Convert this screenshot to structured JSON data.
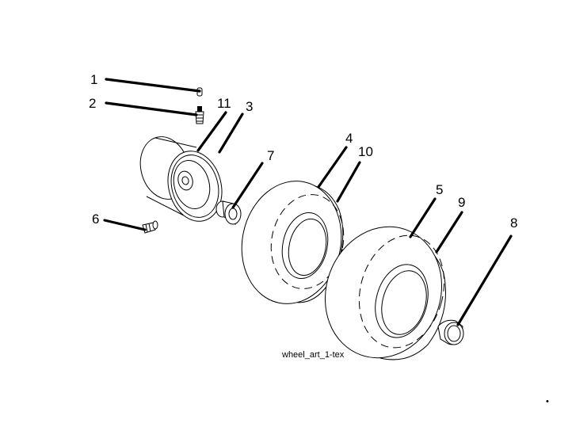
{
  "diagram": {
    "caption": "wheel_art_1-tex",
    "callouts": {
      "c1": "1",
      "c2": "2",
      "c3": "3",
      "c4": "4",
      "c5": "5",
      "c6": "6",
      "c7": "7",
      "c8": "8",
      "c9": "9",
      "c10": "10",
      "c11": "11"
    },
    "corner_mark": "•"
  }
}
